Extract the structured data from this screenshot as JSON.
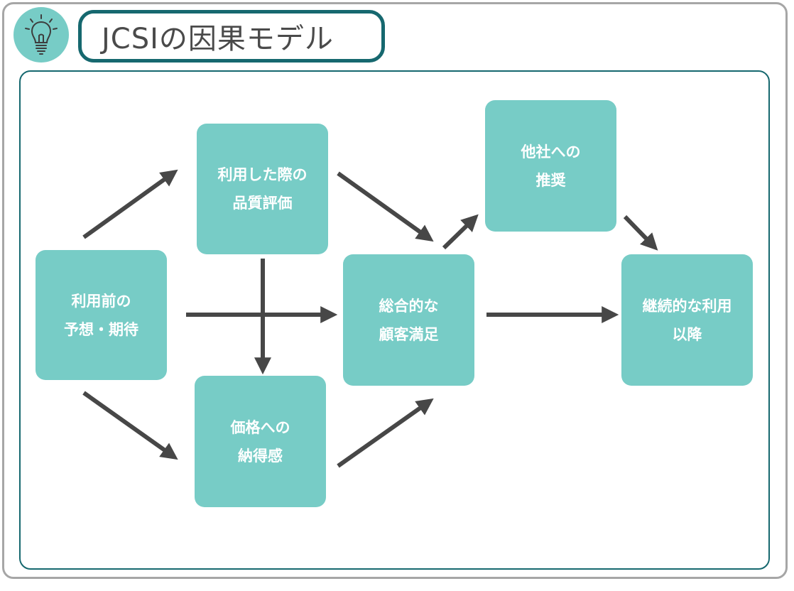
{
  "title": "JCSIの因果モデル",
  "icon": "lightbulb-icon",
  "colors": {
    "node_fill": "#77ccc6",
    "frame_accent": "#16686f",
    "arrow": "#474747",
    "node_text": "#ffffff"
  },
  "nodes": {
    "expectation": "利用前の\n予想・期待",
    "perceived_quality": "利用した際の\n品質評価",
    "perceived_value": "価格への\n納得感",
    "satisfaction": "総合的な\n顧客満足",
    "recommendation": "他社への\n推奨",
    "loyalty": "継続的な利用\n以降"
  }
}
